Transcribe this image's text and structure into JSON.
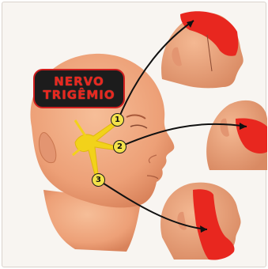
{
  "title": {
    "line1": "NERVO",
    "line2": "TRIGÊMIO"
  },
  "branches": [
    {
      "number": "1"
    },
    {
      "number": "2"
    },
    {
      "number": "3"
    }
  ],
  "colors": {
    "skin": "#f0a77e",
    "skin_shadow": "#d9835b",
    "highlight": "#e8271f",
    "nerve": "#f2d21a",
    "label_bg": "#1c1c1c"
  }
}
